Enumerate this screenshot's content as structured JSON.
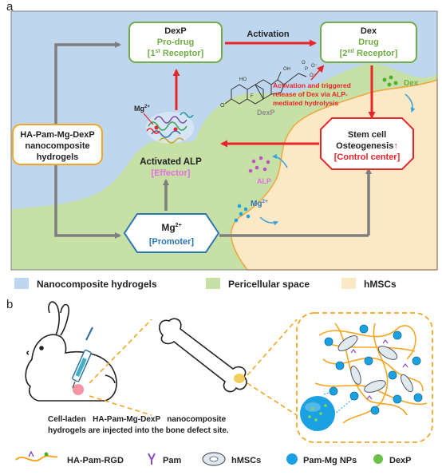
{
  "panel_a": {
    "label": "a",
    "hydrogel_box": {
      "line1": "HA-Pam-Mg-DexP",
      "line2": "nanocomposite",
      "line3": "hydrogels"
    },
    "dexp_box": {
      "title": "DexP",
      "role": "Pro-drug",
      "receptor_pre": "[1",
      "receptor_sup": "st",
      "receptor_post": " Receptor]"
    },
    "dex_box": {
      "title": "Dex",
      "role": "Drug",
      "receptor_pre": "[2",
      "receptor_sup": "nd",
      "receptor_post": " Receptor]"
    },
    "activation_label": "Activation",
    "dexp_molecule_label": "DexP",
    "activation_note": {
      "line1": "Activation and triggered",
      "line2": "release of Dex via ALP-",
      "line3": "mediated hydrolysis"
    },
    "dex_particles_label": "Dex",
    "stem_cell_box": {
      "line1": "Stem cell",
      "line2": "Osteogenesis",
      "arrow_up": "↑",
      "line3": "[Control center]"
    },
    "alp": {
      "mg_label": "Mg",
      "mg_sup": "2+",
      "title": "Activated ALP",
      "role": "[Effector]"
    },
    "alp_particles_label": "ALP",
    "mg_particles": {
      "label": "Mg",
      "sup": "2+"
    },
    "mg_box": {
      "title": "Mg",
      "sup": "2+",
      "role": "[Promoter]"
    },
    "legend": [
      {
        "label": "Nanocomposite hydrogels",
        "color": "#bfd7ee"
      },
      {
        "label": "Pericellular space",
        "color": "#c6e0a6"
      },
      {
        "label": "hMSCs",
        "color": "#fbe9c6"
      }
    ]
  },
  "panel_b": {
    "label": "b",
    "caption": {
      "line1": "Cell-laden   HA-Pam-Mg-DexP   nanocomposite",
      "line2": "hydrogels are injected into the bone defect site."
    },
    "legend": [
      {
        "label": "HA-Pam-RGD",
        "icon": "polymer-chain-icon"
      },
      {
        "label": "Pam",
        "icon": "pam-linker-icon"
      },
      {
        "label": "hMSCs",
        "icon": "cell-icon"
      },
      {
        "label": "Pam-Mg NPs",
        "icon": "blue-sphere-icon"
      },
      {
        "label": "DexP",
        "icon": "green-dot-icon"
      }
    ]
  },
  "colors": {
    "green_border": "#70ad47",
    "red": "#e8262a",
    "blue_text": "#2e75b6",
    "gray_arrow": "#7f7f7f",
    "pink_text": "#e36ee0",
    "np_blue": "#1ba1e2",
    "orange": "#f5a623"
  }
}
